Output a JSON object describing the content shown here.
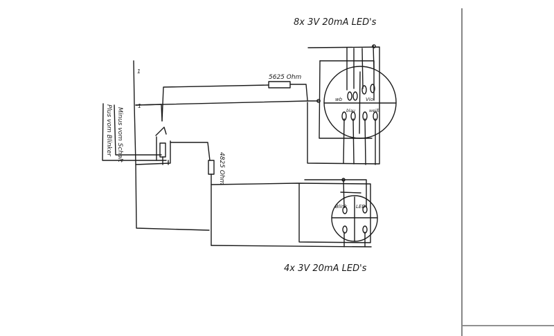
{
  "labels": {
    "top_array": "8x 3V 20mA LED's",
    "bottom_array": "4x 3V 20mA LED's",
    "resistor_top": "5625 Ohm",
    "resistor_bottom": "4825 Ohm",
    "input_minus": "Minus vom Schalt",
    "input_plus": "Plus vom Blinker",
    "top_circle_left": "wb",
    "top_circle_right": "Vio",
    "top_circle_bl": "blau",
    "top_circle_br": "weiß",
    "bottom_circle_left": "Blink",
    "bottom_circle_right": "LED"
  },
  "colors": {
    "ink": "#1a1a1a",
    "paper": "#ffffff"
  }
}
